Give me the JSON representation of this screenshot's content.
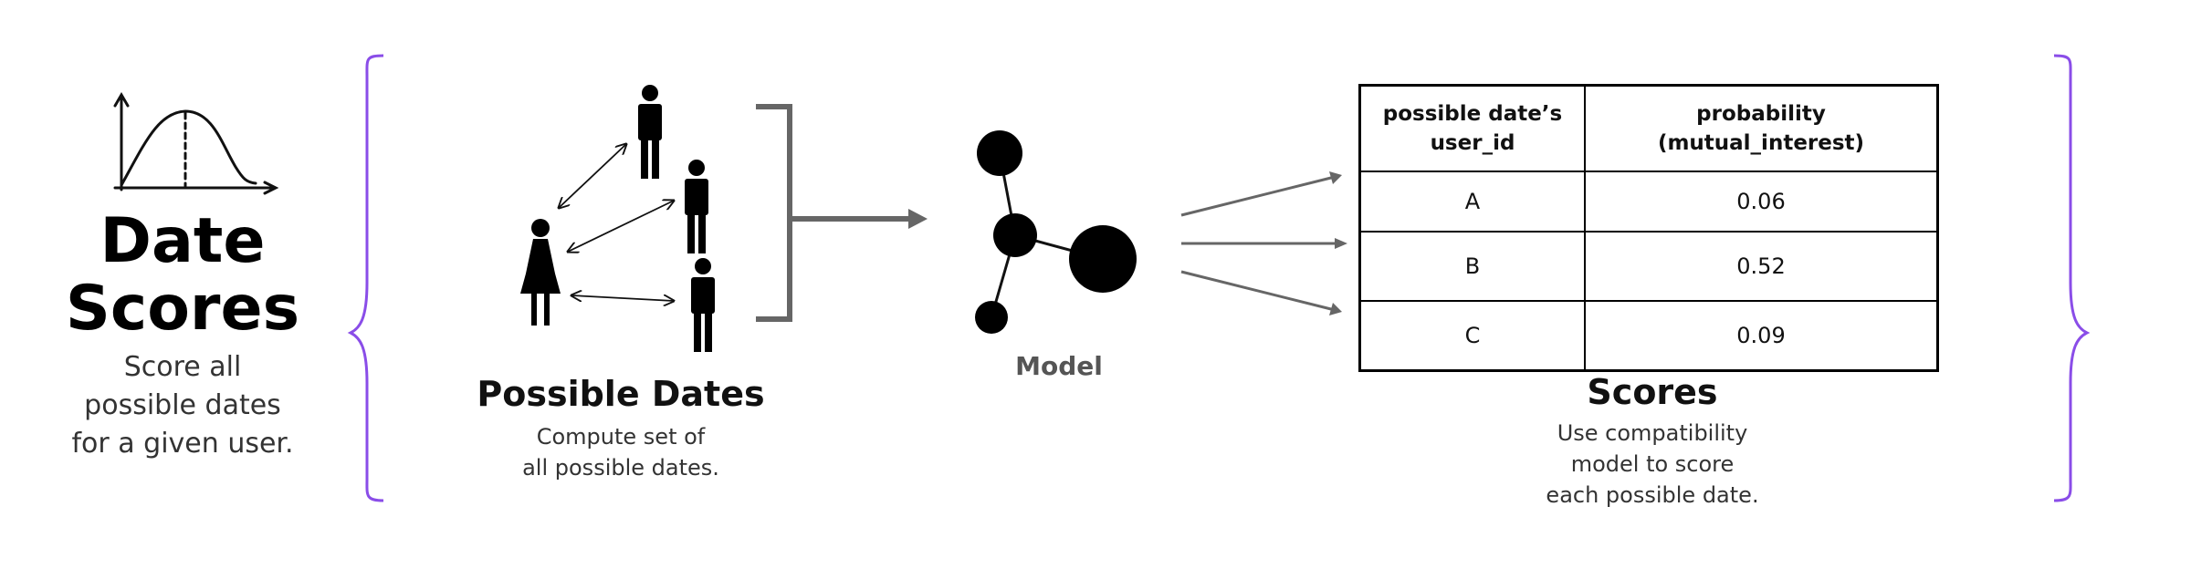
{
  "header": {
    "title_line1": "Date",
    "title_line2": "Scores",
    "subtitle_line1": "Score all",
    "subtitle_line2": "possible dates",
    "subtitle_line3": "for a given user."
  },
  "possible_dates": {
    "title": "Possible Dates",
    "desc_line1": "Compute set of",
    "desc_line2": "all possible dates."
  },
  "model": {
    "label": "Model"
  },
  "scores": {
    "title": "Scores",
    "desc_line1": "Use compatibility",
    "desc_line2": "model to score",
    "desc_line3": "each possible date.",
    "table": {
      "header_col1_line1": "possible date’s",
      "header_col1_line2": "user_id",
      "header_col2": "probability (mutual_interest)",
      "rows": [
        {
          "user_id": "A",
          "probability": "0.06"
        },
        {
          "user_id": "B",
          "probability": "0.52"
        },
        {
          "user_id": "C",
          "probability": "0.09"
        }
      ]
    }
  },
  "colors": {
    "brace": "#8a4de8",
    "arrow": "#666666",
    "text": "#111111"
  },
  "icons": [
    "distribution-curve-icon",
    "woman-icon",
    "man-icon",
    "model-graph-icon"
  ]
}
